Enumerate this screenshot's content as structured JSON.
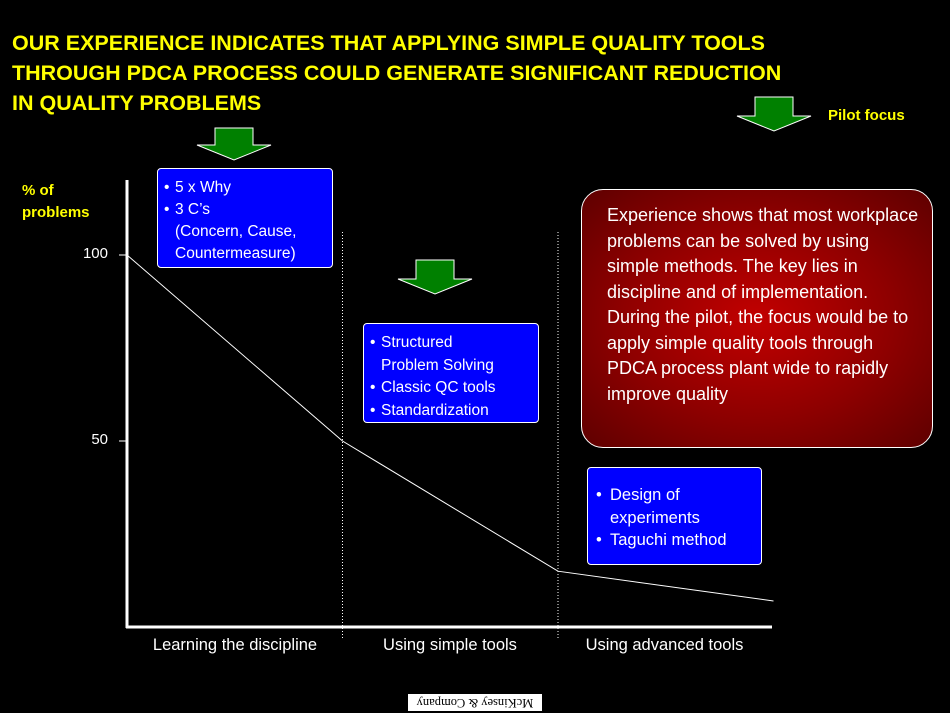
{
  "title": "OUR EXPERIENCE INDICATES THAT APPLYING SIMPLE QUALITY TOOLS\nTHROUGH PDCA PROCESS COULD GENERATE SIGNIFICANT REDUCTION\nIN QUALITY PROBLEMS",
  "pilot_focus_label": "Pilot focus",
  "colors": {
    "title": "#FFFF00",
    "arrow_fill": "#008000",
    "box_fill": "#0000FF",
    "callout_fill": "#A00000"
  },
  "chart": {
    "ylabel": "% of\nproblems",
    "yticks": [
      {
        "value": 100,
        "label": "100"
      },
      {
        "value": 50,
        "label": "50"
      }
    ],
    "categories": [
      "Learning the discipline",
      "Using simple tools",
      "Using advanced tools"
    ],
    "curve": [
      {
        "x": 0,
        "y": 100
      },
      {
        "x": 1,
        "y": 50
      },
      {
        "x": 2,
        "y": 15
      },
      {
        "x": 3,
        "y": 7
      }
    ]
  },
  "boxes": {
    "learning": [
      "5 x Why",
      "3 C’s\n(Concern, Cause,\nCountermeasure)"
    ],
    "simple": [
      "Structured\n  Problem Solving",
      "Classic QC tools",
      "Standardization"
    ],
    "advanced": [
      "Design of\nexperiments",
      "Taguchi method"
    ]
  },
  "callout": "Experience shows that most workplace problems can be solved by using simple methods. The key lies in discipline and of implementation.  During the pilot, the focus would be to apply simple quality tools through PDCA process plant wide to rapidly improve quality",
  "footer": "McKinsey & Company"
}
